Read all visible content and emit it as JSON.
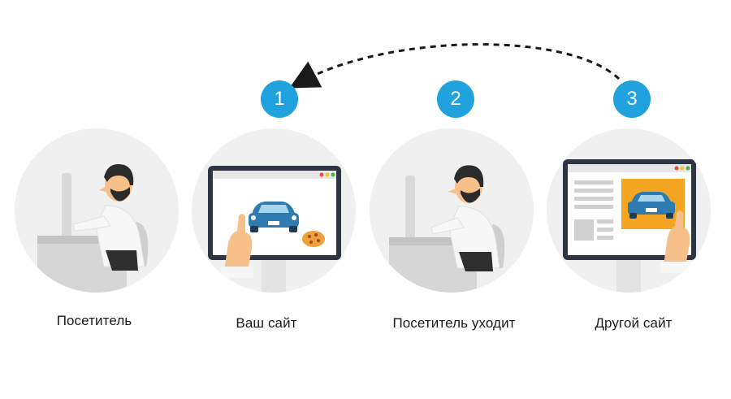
{
  "steps": [
    {
      "number": "1",
      "label": "Ваш сайт"
    },
    {
      "number": "2",
      "label": "Посетитель уходит"
    },
    {
      "number": "3",
      "label": "Другой сайт"
    }
  ],
  "visitor_label": "Посетитель",
  "colors": {
    "badge": "#1fa2dd",
    "circle_bg": "#f0f0f0",
    "car": "#2e7bb0",
    "ad_background": "#f4a521",
    "skin": "#f5c08a",
    "hair": "#2b2b2b"
  },
  "icons": [
    "dashed-arrow-icon",
    "cookie-icon",
    "car-icon",
    "hand-icon",
    "person-icon",
    "monitor-icon"
  ]
}
